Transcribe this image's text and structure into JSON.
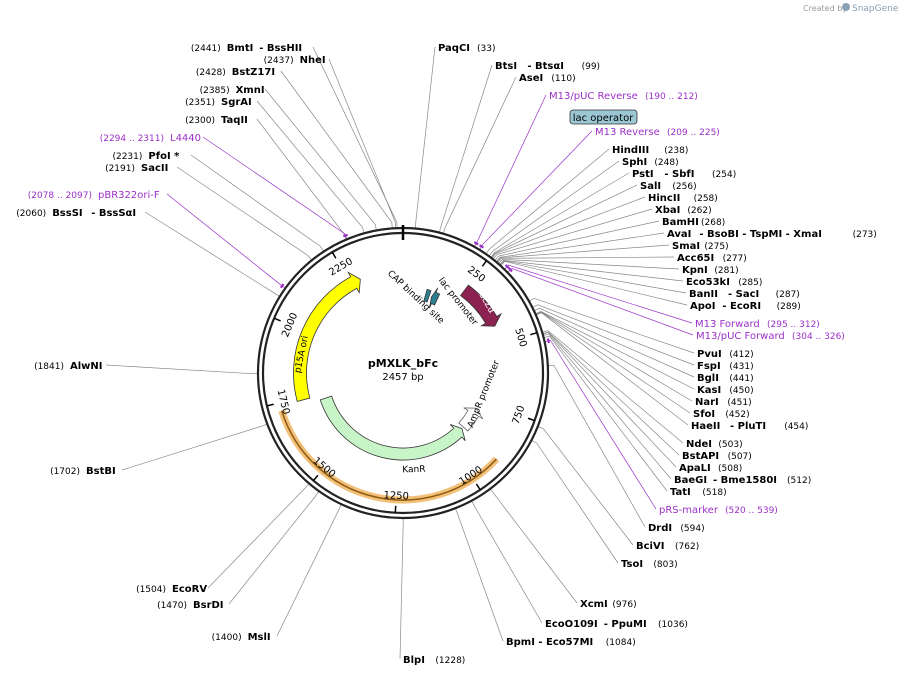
{
  "credit": {
    "prefix": "Created by",
    "brand": "SnapGene"
  },
  "plasmid": {
    "name": "pMXLK_bFc",
    "length": 2457,
    "length_label": "2457 bp"
  },
  "ticks": [
    {
      "pos": 250,
      "label": "250"
    },
    {
      "pos": 500,
      "label": "500"
    },
    {
      "pos": 750,
      "label": "750"
    },
    {
      "pos": 1000,
      "label": "1000"
    },
    {
      "pos": 1250,
      "label": "1250"
    },
    {
      "pos": 1500,
      "label": "1500"
    },
    {
      "pos": 1750,
      "label": "1750"
    },
    {
      "pos": 2000,
      "label": "2000"
    },
    {
      "pos": 2250,
      "label": "2250"
    }
  ],
  "features": [
    {
      "name": "lacZα",
      "start": 250,
      "end": 430,
      "dir": 1,
      "color": "#8b2252",
      "track": 0
    },
    {
      "name": "lac promoter",
      "start": 140,
      "end": 170,
      "dir": -1,
      "color": "#2e7f8f",
      "track": 1
    },
    {
      "name": "CAP binding site",
      "start": 110,
      "end": 128,
      "dir": 0,
      "color": "#2e7f8f",
      "track": 1
    },
    {
      "name": "AmpR promoter",
      "start": 790,
      "end": 900,
      "dir": -1,
      "color": "#ffffff",
      "track": 1
    },
    {
      "name": "KanR",
      "start": 910,
      "end": 1720,
      "dir": -1,
      "color": "#c8f5c8",
      "track": 1
    },
    {
      "name": "p15A ori",
      "start": 1740,
      "end": 2290,
      "dir": 1,
      "color": "#ffff00",
      "track": 0
    }
  ],
  "orange_arc": {
    "start": 905,
    "end": 1725
  },
  "lac_operator": "lac operator",
  "left_labels": [
    {
      "name": "BmtI",
      "extra": "BssHII",
      "pos": "(2441)",
      "site": 2441
    },
    {
      "name": "NheI",
      "extra": "",
      "pos": "(2437)",
      "site": 2437
    },
    {
      "name": "BstZ17I",
      "extra": "",
      "pos": "(2428)",
      "site": 2428
    },
    {
      "name": "XmnI",
      "extra": "",
      "pos": "(2385)",
      "site": 2385
    },
    {
      "name": "SgrAI",
      "extra": "",
      "pos": "(2351)",
      "site": 2351
    },
    {
      "name": "TaqII",
      "extra": "",
      "pos": "(2300)",
      "site": 2300
    },
    {
      "name": "L4440",
      "extra": "",
      "pos": "(2294 .. 2311)",
      "site": 2302,
      "feature": true
    },
    {
      "name": "PfoI *",
      "extra": "",
      "pos": "(2231)",
      "site": 2231
    },
    {
      "name": "SacII",
      "extra": "",
      "pos": "(2191)",
      "site": 2191
    },
    {
      "name": "pBR322ori-F",
      "extra": "",
      "pos": "(2078 .. 2097)",
      "site": 2087,
      "feature": true
    },
    {
      "name": "BssSI",
      "extra": "BssSαI",
      "pos": "(2060)",
      "site": 2060
    },
    {
      "name": "AlwNI",
      "extra": "",
      "pos": "(1841)",
      "site": 1841
    },
    {
      "name": "BstBI",
      "extra": "",
      "pos": "(1702)",
      "site": 1702
    },
    {
      "name": "EcoRV",
      "extra": "",
      "pos": "(1504)",
      "site": 1504
    },
    {
      "name": "BsrDI",
      "extra": "",
      "pos": "(1470)",
      "site": 1470
    },
    {
      "name": "MslI",
      "extra": "",
      "pos": "(1400)",
      "site": 1400
    }
  ],
  "right_labels": [
    {
      "name": "PaqCI",
      "extra": "",
      "pos": "(33)",
      "site": 33
    },
    {
      "name": "BtsI",
      "extra": "BtsαI",
      "pos": "(99)",
      "site": 99
    },
    {
      "name": "AseI",
      "extra": "",
      "pos": "(110)",
      "site": 110
    },
    {
      "name": "M13/pUC Reverse",
      "extra": "",
      "pos": "(190 .. 212)",
      "site": 201,
      "feature": true
    },
    {
      "name": "M13 Reverse",
      "extra": "",
      "pos": "(209 .. 225)",
      "site": 217,
      "feature": true
    },
    {
      "name": "HindIII",
      "extra": "",
      "pos": "(238)",
      "site": 238
    },
    {
      "name": "SphI",
      "extra": "",
      "pos": "(248)",
      "site": 248
    },
    {
      "name": "PstI",
      "extra": "SbfI",
      "pos": "(254)",
      "site": 254
    },
    {
      "name": "SalI",
      "extra": "",
      "pos": "(256)",
      "site": 256
    },
    {
      "name": "HincII",
      "extra": "",
      "pos": "(258)",
      "site": 258
    },
    {
      "name": "XbaI",
      "extra": "",
      "pos": "(262)",
      "site": 262
    },
    {
      "name": "BamHI",
      "extra": "",
      "pos": "(268)",
      "site": 268
    },
    {
      "name": "AvaI",
      "extra": "BsoBI - TspMI - XmaI",
      "pos": "(273)",
      "site": 273
    },
    {
      "name": "SmaI",
      "extra": "",
      "pos": "(275)",
      "site": 275
    },
    {
      "name": "Acc65I",
      "extra": "",
      "pos": "(277)",
      "site": 277
    },
    {
      "name": "KpnI",
      "extra": "",
      "pos": "(281)",
      "site": 281
    },
    {
      "name": "Eco53kI",
      "extra": "",
      "pos": "(285)",
      "site": 285
    },
    {
      "name": "BanII",
      "extra": "SacI",
      "pos": "(287)",
      "site": 287
    },
    {
      "name": "ApoI",
      "extra": "EcoRI",
      "pos": "(289)",
      "site": 289
    },
    {
      "name": "M13 Forward",
      "extra": "",
      "pos": "(295 .. 312)",
      "site": 303,
      "feature": true
    },
    {
      "name": "M13/pUC Forward",
      "extra": "",
      "pos": "(304 .. 326)",
      "site": 315,
      "feature": true
    },
    {
      "name": "PvuI",
      "extra": "",
      "pos": "(412)",
      "site": 412
    },
    {
      "name": "FspI",
      "extra": "",
      "pos": "(431)",
      "site": 431
    },
    {
      "name": "BglI",
      "extra": "",
      "pos": "(441)",
      "site": 441
    },
    {
      "name": "KasI",
      "extra": "",
      "pos": "(450)",
      "site": 450
    },
    {
      "name": "NarI",
      "extra": "",
      "pos": "(451)",
      "site": 451
    },
    {
      "name": "SfoI",
      "extra": "",
      "pos": "(452)",
      "site": 452
    },
    {
      "name": "HaeII",
      "extra": "PluTI",
      "pos": "(454)",
      "site": 454
    },
    {
      "name": "NdeI",
      "extra": "",
      "pos": "(503)",
      "site": 503
    },
    {
      "name": "BstAPI",
      "extra": "",
      "pos": "(507)",
      "site": 507
    },
    {
      "name": "ApaLI",
      "extra": "",
      "pos": "(508)",
      "site": 508
    },
    {
      "name": "BaeGI",
      "extra": "Bme1580I",
      "pos": "(512)",
      "site": 512
    },
    {
      "name": "TatI",
      "extra": "",
      "pos": "(518)",
      "site": 518
    },
    {
      "name": "pRS-marker",
      "extra": "",
      "pos": "(520 .. 539)",
      "site": 529,
      "feature": true
    },
    {
      "name": "DrdI",
      "extra": "",
      "pos": "(594)",
      "site": 594
    },
    {
      "name": "BciVI",
      "extra": "",
      "pos": "(762)",
      "site": 762
    },
    {
      "name": "TsoI",
      "extra": "",
      "pos": "(803)",
      "site": 803
    },
    {
      "name": "XcmI",
      "extra": "",
      "pos": "(976)",
      "site": 976
    },
    {
      "name": "EcoO109I",
      "extra": "PpuMI",
      "pos": "(1036)",
      "site": 1036
    },
    {
      "name": "BpmI",
      "extra": "Eco57MI",
      "pos": "(1084)",
      "site": 1084
    },
    {
      "name": "BlpI",
      "extra": "",
      "pos": "(1228)",
      "site": 1228
    }
  ]
}
